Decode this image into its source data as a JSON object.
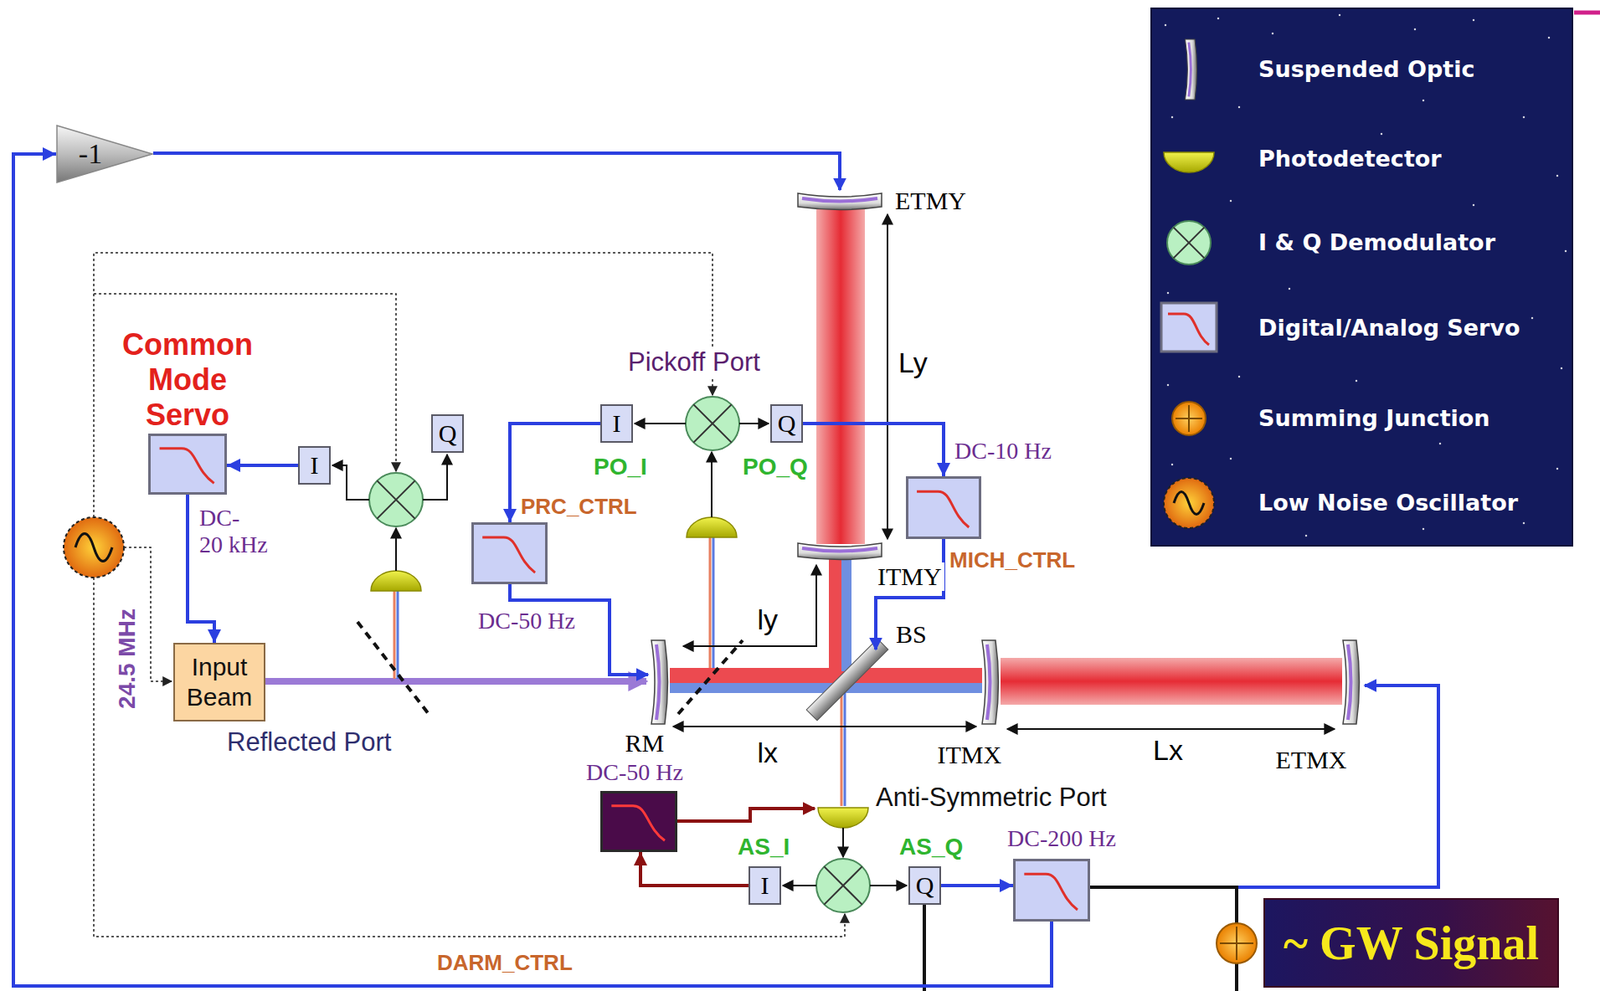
{
  "diagram": {
    "nodes": [
      {
        "text": [
          "-1"
        ]
      },
      {
        "text": [
          "Common Mode Servo",
          "DC- 20 kHz"
        ]
      },
      {
        "text": [
          "I"
        ]
      },
      {
        "text": [
          "Q"
        ]
      },
      {
        "text": [
          "I"
        ]
      },
      {
        "text": [
          "Q"
        ]
      },
      {
        "text": [
          "DC-10 Hz",
          "MICH_CTRL"
        ]
      },
      {
        "text": [
          "PRC_CTRL",
          "DC-50 Hz"
        ]
      },
      {
        "text": [
          "Input Beam"
        ]
      },
      {
        "text": [
          "DC-50 Hz"
        ]
      },
      {
        "text": [
          "I"
        ]
      },
      {
        "text": [
          "Q"
        ]
      },
      {
        "text": [
          "DC-200 Hz"
        ]
      },
      {
        "text": [
          "~ GW Signal"
        ]
      }
    ],
    "edges": [
      {
        "from": 2,
        "to": 1,
        "arrow": "to"
      },
      {
        "from": 1,
        "to": 8,
        "arrow": "to"
      },
      {
        "from": 4,
        "to": 7,
        "arrow": "to"
      },
      {
        "from": 5,
        "to": 6,
        "arrow": "to"
      },
      {
        "from": 10,
        "to": 9,
        "arrow": "to"
      },
      {
        "from": 11,
        "to": 12,
        "arrow": "to"
      },
      {
        "from": 12,
        "to": 0,
        "label": "DARM_CTRL",
        "arrow": "to"
      }
    ],
    "labels": [
      "ETMY",
      "ITMY",
      "Ly",
      "Pickoff Port",
      "PO_I",
      "PO_Q",
      "BS",
      "ly",
      "RM",
      "lx",
      "ITMX",
      "Lx",
      "ETMX",
      "24.5 MHz",
      "Reflected Port",
      "Anti-Symmetric Port",
      "AS_I",
      "AS_Q"
    ],
    "legend": [
      {
        "text": "Suspended Optic"
      },
      {
        "text": "Photodetector"
      },
      {
        "text": "I & Q Demodulator"
      },
      {
        "text": "Digital/Analog Servo"
      },
      {
        "text": "Summing Junction"
      },
      {
        "text": "Low Noise Oscillator"
      }
    ]
  }
}
